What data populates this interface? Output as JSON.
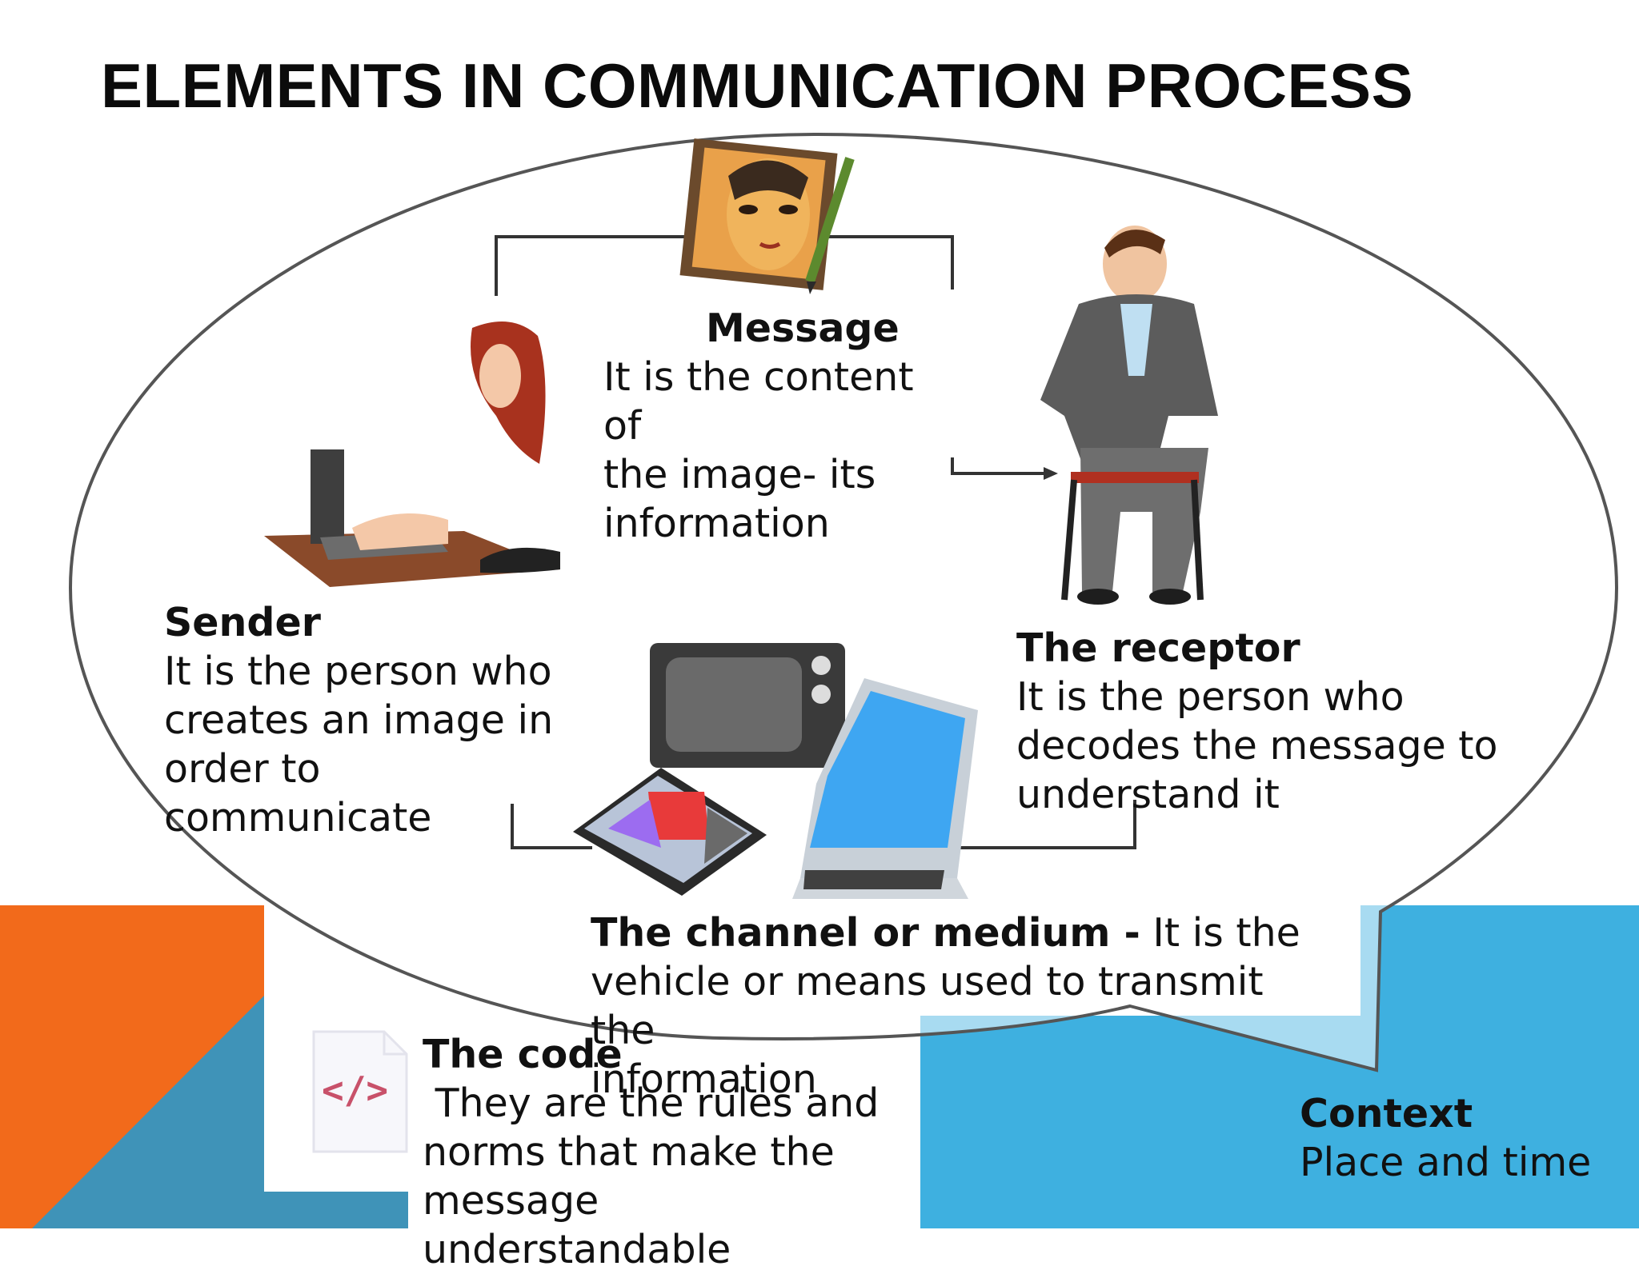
{
  "title": "ELEMENTS IN COMMUNICATION PROCESS",
  "colors": {
    "orange": "#F26A1B",
    "teal": "#3F93B8",
    "sky_blue": "#3EB0E0",
    "bubble_outline": "#555555",
    "line": "#333333"
  },
  "icons": {
    "message": "painting-of-face-with-pencil",
    "sender": "woman-typing-on-laptop",
    "receptor": "seated-man-in-suit",
    "channel": "television-laptop-and-magazine",
    "code": "code-document-icon"
  },
  "elements": {
    "message": {
      "heading": "Message",
      "lines": [
        "It is the content of",
        "the image- its",
        "information"
      ]
    },
    "sender": {
      "heading": "Sender",
      "lines": [
        "It is the person who",
        "creates an image in",
        "order to communicate"
      ]
    },
    "receptor": {
      "heading": "The receptor",
      "lines": [
        "It is the person who",
        "decodes the message to",
        "understand it"
      ]
    },
    "channel": {
      "heading": "The channel or medium -",
      "lines": [
        " It is the",
        "vehicle or means used to transmit the",
        "information"
      ]
    },
    "code": {
      "heading": "The code",
      "lines": [
        " They are the rules and",
        "norms that make the",
        "message understandable"
      ],
      "icon_glyph": "</>"
    },
    "context": {
      "heading": "Context",
      "lines": [
        "Place and time"
      ]
    }
  }
}
